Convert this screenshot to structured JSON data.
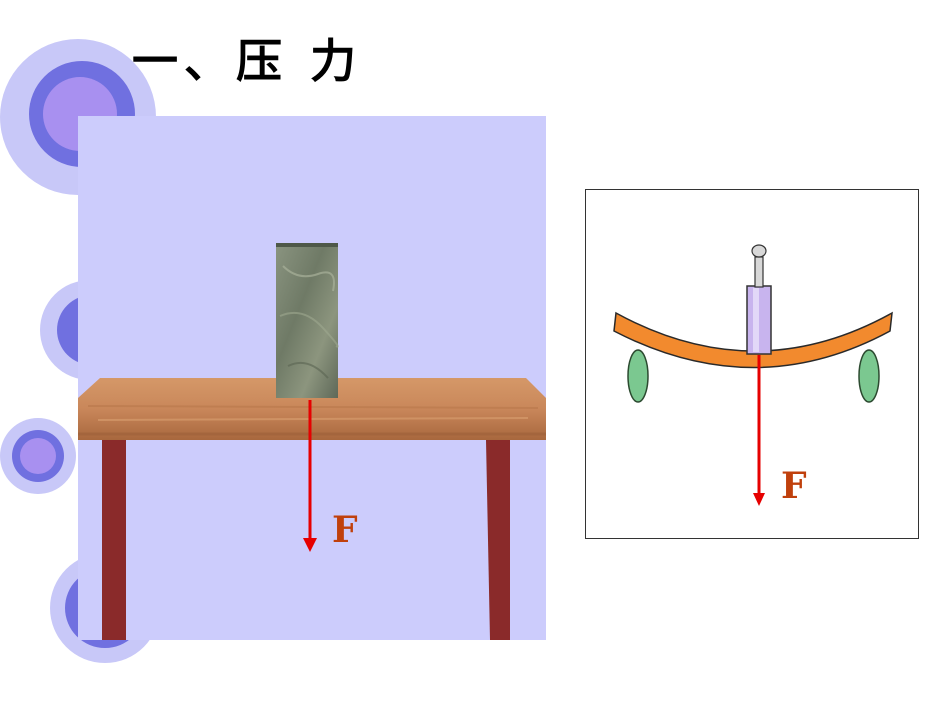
{
  "slide": {
    "title": "一、压 力"
  },
  "table_figure": {
    "force_label": "F",
    "colors": {
      "background": "#ccccfc",
      "tabletop": "#c9875a",
      "table_legs": "#8a2a2a",
      "block": "#7c8670",
      "force_arrow": "#e60000",
      "force_label": "#c0400c"
    }
  },
  "beam_figure": {
    "force_label": "F",
    "colors": {
      "frame_border": "#333333",
      "beam": "#f28a2e",
      "supports": "#7bc890",
      "weight": "#c8b4ee",
      "force_arrow": "#e60000",
      "force_label": "#c0400c"
    }
  },
  "decoration": {
    "circle_colors": [
      "#c8c8f8",
      "#7070e0",
      "#a890f0"
    ]
  }
}
